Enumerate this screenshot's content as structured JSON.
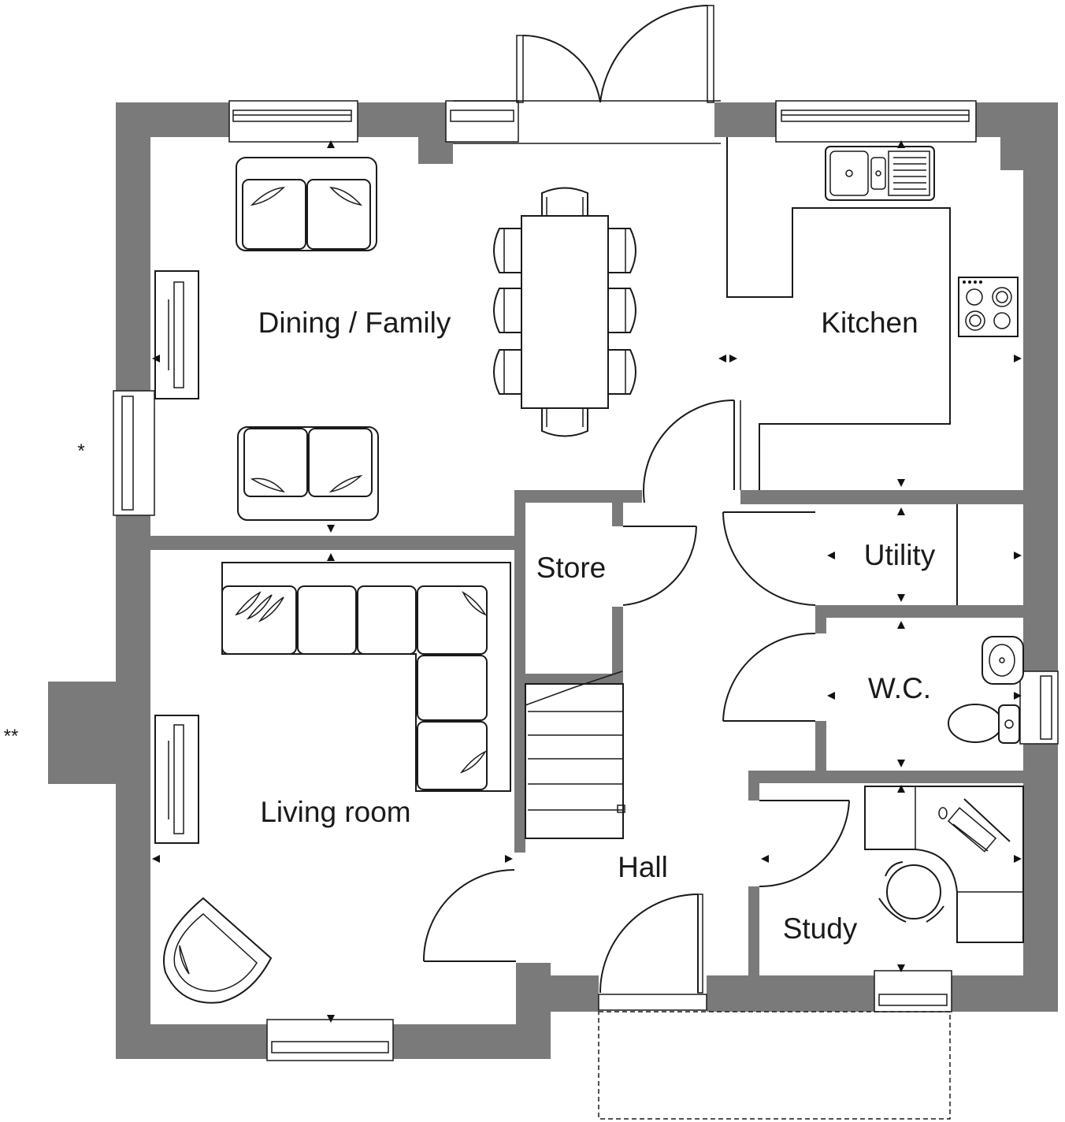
{
  "rooms": {
    "dining_family": "Dining / Family",
    "kitchen": "Kitchen",
    "store": "Store",
    "utility": "Utility",
    "wc": "W.C.",
    "living_room": "Living room",
    "hall": "Hall",
    "study": "Study"
  },
  "notes": {
    "single_asterisk": "*",
    "double_asterisk": "**"
  },
  "colors": {
    "wall": "#7a7a7a",
    "line": "#1a1a1a",
    "background": "#ffffff"
  }
}
